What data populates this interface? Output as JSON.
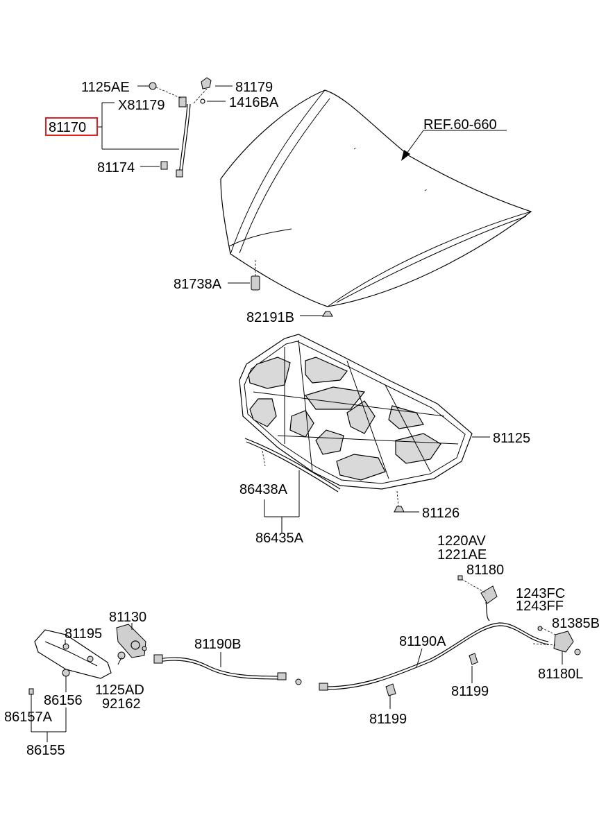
{
  "highlight_color": "#e02020",
  "labels": {
    "p_1125AE": "1125AE",
    "p_81179": "81179",
    "p_X81179": "X81179",
    "p_1416BA": "1416BA",
    "p_81170": "81170",
    "p_81174": "81174",
    "p_ref": "REF.60-660",
    "p_81738A": "81738A",
    "p_82191B": "82191B",
    "p_81125": "81125",
    "p_86438A": "86438A",
    "p_81126": "81126",
    "p_86435A": "86435A",
    "p_1220AV": "1220AV",
    "p_1221AE": "1221AE",
    "p_81180": "81180",
    "p_1243FC": "1243FC",
    "p_1243FF": "1243FF",
    "p_81385B": "81385B",
    "p_81130": "81130",
    "p_81195": "81195",
    "p_81190B": "81190B",
    "p_81190A": "81190A",
    "p_81180L": "81180L",
    "p_1125AD": "1125AD",
    "p_92162": "92162",
    "p_81199a": "81199",
    "p_81199b": "81199",
    "p_86156": "86156",
    "p_86157A": "86157A",
    "p_86155": "86155"
  }
}
